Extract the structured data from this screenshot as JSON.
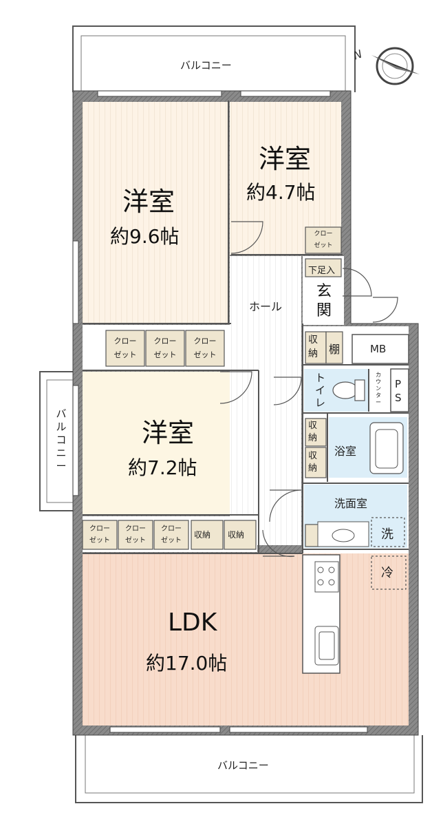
{
  "balconies": {
    "top": "バルコニー",
    "left_chars": [
      "バ",
      "ル",
      "コ",
      "ニ",
      "ー"
    ],
    "bottom": "バルコニー"
  },
  "compass": {
    "north_label": "N"
  },
  "rooms": {
    "western_a": {
      "name": "洋室",
      "size": "約9.6帖"
    },
    "western_b": {
      "name": "洋室",
      "size": "約4.7帖"
    },
    "western_c": {
      "name": "洋室",
      "size": "約7.2帖"
    },
    "ldk": {
      "name": "LDK",
      "size": "約17.0帖"
    },
    "hall": "ホール",
    "entrance": [
      "玄",
      "関"
    ],
    "shoe_storage": "下足入",
    "toilet": [
      "ト",
      "イ",
      "レ"
    ],
    "counter": [
      "カ",
      "ウ",
      "ン",
      "タ",
      "ー"
    ],
    "ps": [
      "P",
      "S"
    ],
    "mb": "MB",
    "bath": "浴室",
    "washroom": "洗面室",
    "washer": "洗",
    "fridge": "冷"
  },
  "storage": {
    "closet_line1": "クロー",
    "closet_line2": "ゼット",
    "shuunou": "収納",
    "shuunou_chars": [
      "収",
      "納"
    ],
    "tana": "棚"
  }
}
